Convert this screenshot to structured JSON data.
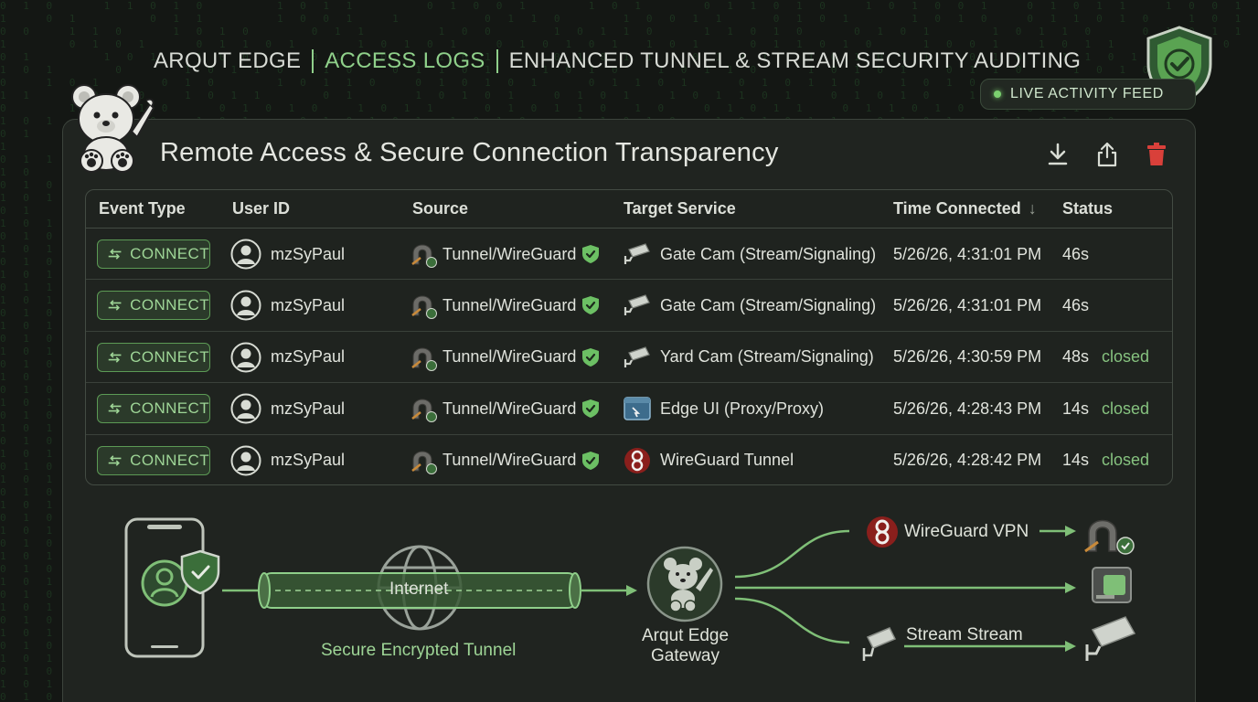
{
  "header": {
    "brand": "ARQUT EDGE",
    "section": "ACCESS LOGS",
    "subtitle": "ENHANCED TUNNEL & STREAM SECURITY AUDITING",
    "live_label": "LIVE ACTIVITY FEED"
  },
  "panel": {
    "title": "Remote Access & Secure Connection Transparency",
    "actions": [
      "download-icon",
      "share-icon",
      "trash-icon"
    ]
  },
  "table": {
    "columns": [
      "Event Type",
      "User ID",
      "Source",
      "Target Service",
      "Time Connected",
      "Status"
    ],
    "sort_indicator": "↓",
    "rows": [
      {
        "event": "CONNECT",
        "user": "mzSyPaul",
        "source": "Tunnel/WireGuard",
        "target": "Gate Cam (Stream/Signaling)",
        "target_icon": "camera-icon",
        "time": "5/26/26, 4:31:01 PM",
        "duration": "46s",
        "status": ""
      },
      {
        "event": "CONNECT",
        "user": "mzSyPaul",
        "source": "Tunnel/WireGuard",
        "target": "Gate Cam (Stream/Signaling)",
        "target_icon": "camera-icon",
        "time": "5/26/26, 4:31:01 PM",
        "duration": "46s",
        "status": ""
      },
      {
        "event": "CONNECT",
        "user": "mzSyPaul",
        "source": "Tunnel/WireGuard",
        "target": "Yard Cam (Stream/Signaling)",
        "target_icon": "camera-icon",
        "time": "5/26/26, 4:30:59 PM",
        "duration": "48s",
        "status": "closed"
      },
      {
        "event": "CONNECT",
        "user": "mzSyPaul",
        "source": "Tunnel/WireGuard",
        "target": "Edge UI (Proxy/Proxy)",
        "target_icon": "browser-window-icon",
        "time": "5/26/26, 4:28:43 PM",
        "duration": "14s",
        "status": "closed"
      },
      {
        "event": "CONNECT",
        "user": "mzSyPaul",
        "source": "Tunnel/WireGuard",
        "target": "WireGuard Tunnel",
        "target_icon": "wireguard-logo-icon",
        "time": "5/26/26, 4:28:42 PM",
        "duration": "14s",
        "status": "closed"
      }
    ]
  },
  "diagram": {
    "internet_label": "Internet",
    "tunnel_label": "Secure Encrypted Tunnel",
    "gateway_label_1": "Arqut Edge",
    "gateway_label_2": "Gateway",
    "wireguard_label": "WireGuard VPN",
    "stream_label": "Stream Stream"
  },
  "colors": {
    "accent": "#8fd08a",
    "danger": "#d9403a",
    "background": "#141714",
    "panel": "#202420"
  }
}
